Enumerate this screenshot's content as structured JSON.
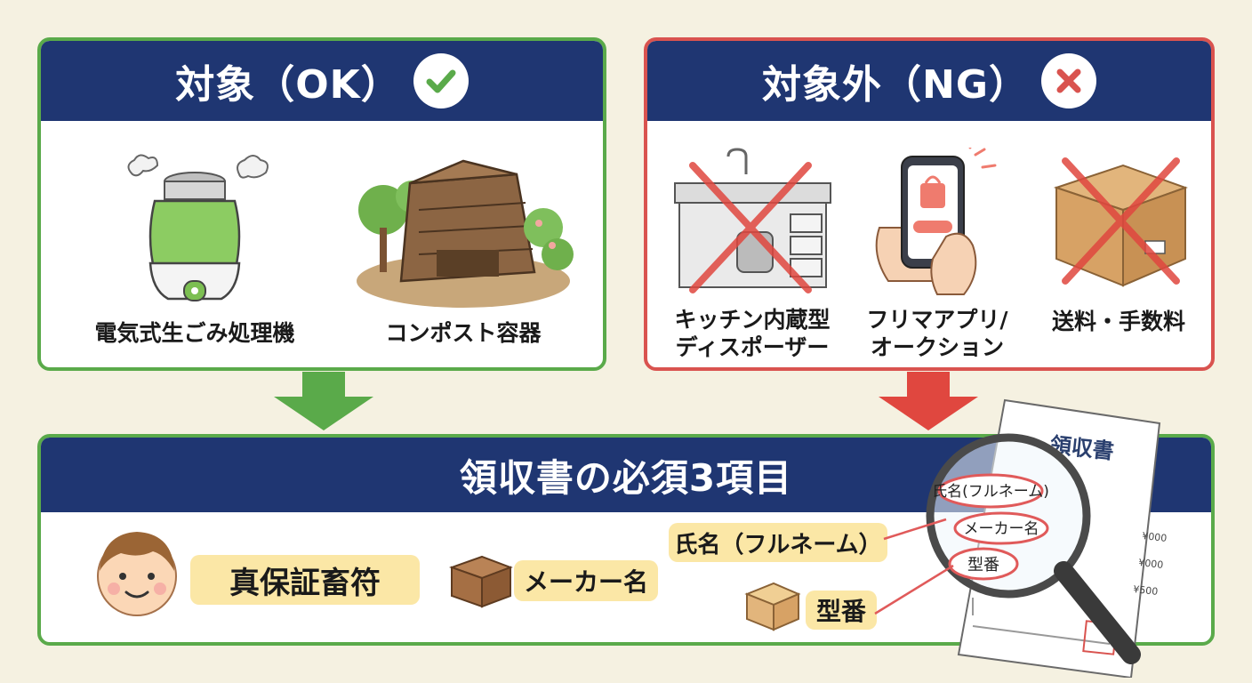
{
  "ok_section": {
    "title": "対象（OK）",
    "items": [
      {
        "label": "電気式生ごみ処理機",
        "icon": "garbage-processor-icon"
      },
      {
        "label": "コンポスト容器",
        "icon": "compost-bin-icon"
      }
    ]
  },
  "ng_section": {
    "title": "対象外（NG）",
    "items": [
      {
        "label_line1": "キッチン内蔵型",
        "label_line2": "ディスポーザー",
        "icon": "kitchen-disposer-icon"
      },
      {
        "label_line1": "フリマアプリ/",
        "label_line2": "オークション",
        "icon": "smartphone-app-icon"
      },
      {
        "label": "送料・手数料",
        "icon": "cardboard-box-icon"
      }
    ]
  },
  "receipt_section": {
    "title": "領収書の必須3項目",
    "item_guarantee": "真保証畜符",
    "item_maker": "メーカー名",
    "item_name": "氏名（フルネーム）",
    "item_model": "型番"
  },
  "receipt_illustration": {
    "heading": "領収書",
    "field_name": "氏名(フルネーム)",
    "field_maker": "メーカー名",
    "field_model": "型番",
    "price1": "¥000",
    "price2": "¥000",
    "price3": "¥500"
  },
  "colors": {
    "navy": "#1f3672",
    "ok_green": "#5aaa4a",
    "ng_red": "#d9534f",
    "highlight": "#fbe7a6"
  }
}
